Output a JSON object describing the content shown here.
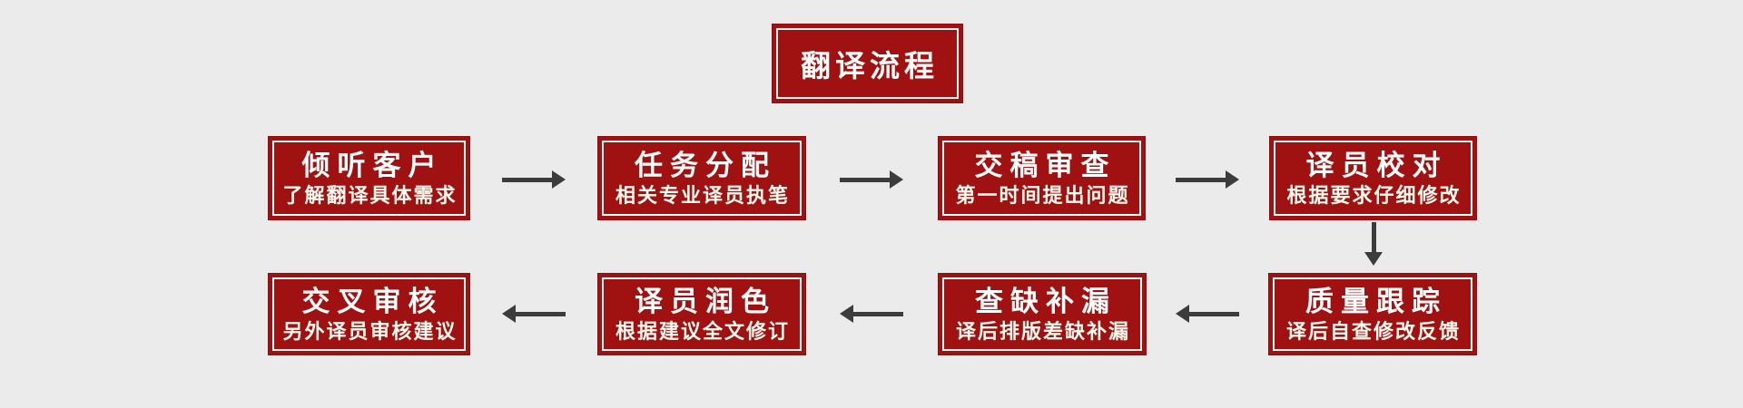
{
  "title": "翻译流程",
  "colors": {
    "box_red": "#a01111",
    "inner_border_white": "#ffffff",
    "arrow_gray": "#3c3c3c",
    "background_gray": "#ebebeb",
    "heading_text": "#ffffff",
    "subtitle_text": "#fffdf2"
  },
  "steps": [
    {
      "title": "倾听客户",
      "subtitle": "了解翻译具体需求"
    },
    {
      "title": "任务分配",
      "subtitle": "相关专业译员执笔"
    },
    {
      "title": "交稿审查",
      "subtitle": "第一时间提出问题"
    },
    {
      "title": "译员校对",
      "subtitle": "根据要求仔细修改"
    },
    {
      "title": "质量跟踪",
      "subtitle": "译后自查修改反馈"
    },
    {
      "title": "查缺补漏",
      "subtitle": "译后排版差缺补漏"
    },
    {
      "title": "译员润色",
      "subtitle": "根据建议全文修订"
    },
    {
      "title": "交叉审核",
      "subtitle": "另外译员审核建议"
    }
  ]
}
